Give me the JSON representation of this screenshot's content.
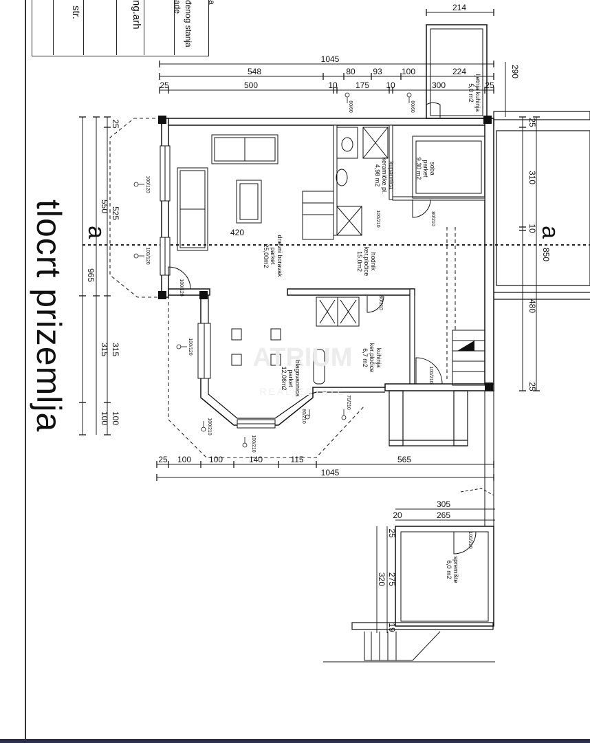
{
  "title_block": {
    "col1_line1": "a",
    "col2_line1": "đenog stanja",
    "col2_line2": "ade",
    "col3": "ng.arh",
    "col4": "str."
  },
  "title": "tlocrt prizemlja",
  "section_label": "a",
  "rooms": {
    "living": {
      "line1": "dnevni boravak",
      "line2": "parket",
      "line3": "25,00m2"
    },
    "bathroom": {
      "line1": "kupaonica",
      "line2": "keramičke pl.",
      "line3": "4,98 m2"
    },
    "bedroom": {
      "line1": "soba",
      "line2": "parket",
      "line3": "9,30 m2"
    },
    "summer_kitchen": {
      "line1": "ljetnja kuhinja",
      "line2": "5,0 m2"
    },
    "hall": {
      "line1": "hodnik",
      "line2": "ker.pločice",
      "line3": "15,0m2"
    },
    "kitchen": {
      "line1": "kuhinja",
      "line2": "ker.pločice",
      "line3": "6,7 m2"
    },
    "dining": {
      "line1": "blagovaonica",
      "line2": "parket",
      "line3": "12,06m2"
    },
    "storage": {
      "line1": "spremište",
      "line2": "6,0 m2"
    }
  },
  "dimensions": {
    "top_total": "1045",
    "top_row1": [
      "548",
      "80",
      "93",
      "100",
      "224"
    ],
    "top_row2": [
      "25",
      "500",
      "10",
      "175",
      "10",
      "300",
      "25"
    ],
    "top_small": "214",
    "right_290": "290",
    "left_vertical": [
      "25",
      "525",
      "550",
      "965",
      "315",
      "315",
      "100",
      "100"
    ],
    "right_vertical": [
      "25",
      "310",
      "10",
      "850",
      "480",
      "25"
    ],
    "living_width": "420",
    "bottom_row1": [
      "25",
      "100",
      "100",
      "140",
      "115",
      "565"
    ],
    "bottom_total": "1045",
    "annex_top": [
      "305",
      "20",
      "265"
    ],
    "annex_left": [
      "25",
      "275",
      "320",
      "19"
    ],
    "window_labels": [
      "100/120",
      "100/120",
      "100/120",
      "100/210",
      "100/210",
      "60/60",
      "60/60",
      "100/120",
      "80/210",
      "100/210",
      "80/210",
      "100/210",
      "70/210",
      "80/210",
      "100/210"
    ]
  },
  "watermark": {
    "line1": "ATRIUM",
    "line2": "REAL ESTATE"
  }
}
